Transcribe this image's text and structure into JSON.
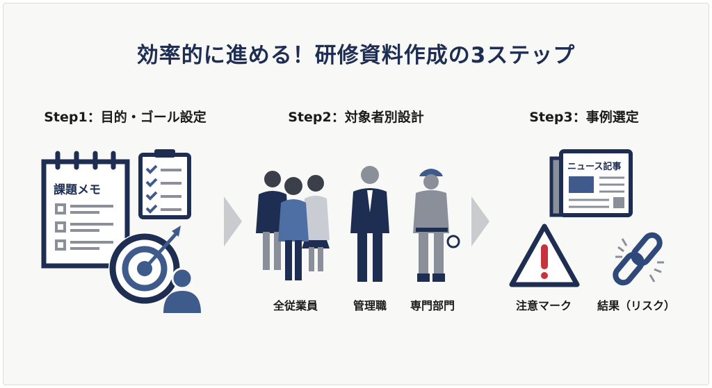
{
  "title": "効率的に進める！研修資料作成の3ステップ",
  "steps": [
    {
      "heading": "Step1：目的・ゴール設定",
      "icon_text": "課題メモ"
    },
    {
      "heading": "Step2：対象者別設計",
      "labels": [
        "全従業員",
        "管理職",
        "専門部門"
      ]
    },
    {
      "heading": "Step3：事例選定",
      "icon_text": "ニュース記事",
      "labels": [
        "注意マーク",
        "結果（リスク）"
      ]
    }
  ],
  "colors": {
    "navy": "#1e2d52",
    "blue": "#3f5b8c",
    "gray": "#8a8f99",
    "red": "#c8323c"
  }
}
